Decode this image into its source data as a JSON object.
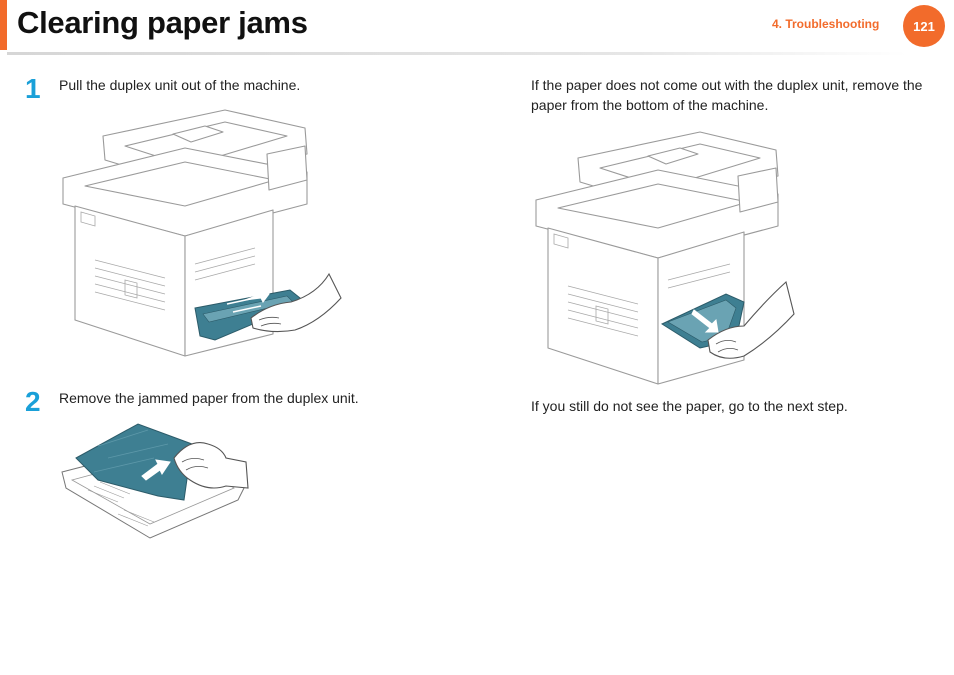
{
  "header": {
    "title": "Clearing paper jams",
    "chapter": "4.  Troubleshooting",
    "page_number": "121"
  },
  "steps": [
    {
      "number": "1",
      "text": "Pull the duplex unit out of the machine."
    },
    {
      "number": "2",
      "text": "Remove the jammed paper from the duplex unit."
    }
  ],
  "right_column": {
    "paragraph_1": "If the paper does not come out with the duplex unit, remove the paper from the bottom of the machine.",
    "paragraph_2": "If you still do not see the paper, go to the next step."
  },
  "colors": {
    "accent": "#f26b2b",
    "step_number": "#1aa0d8",
    "paper_teal": "#3e7f92"
  }
}
